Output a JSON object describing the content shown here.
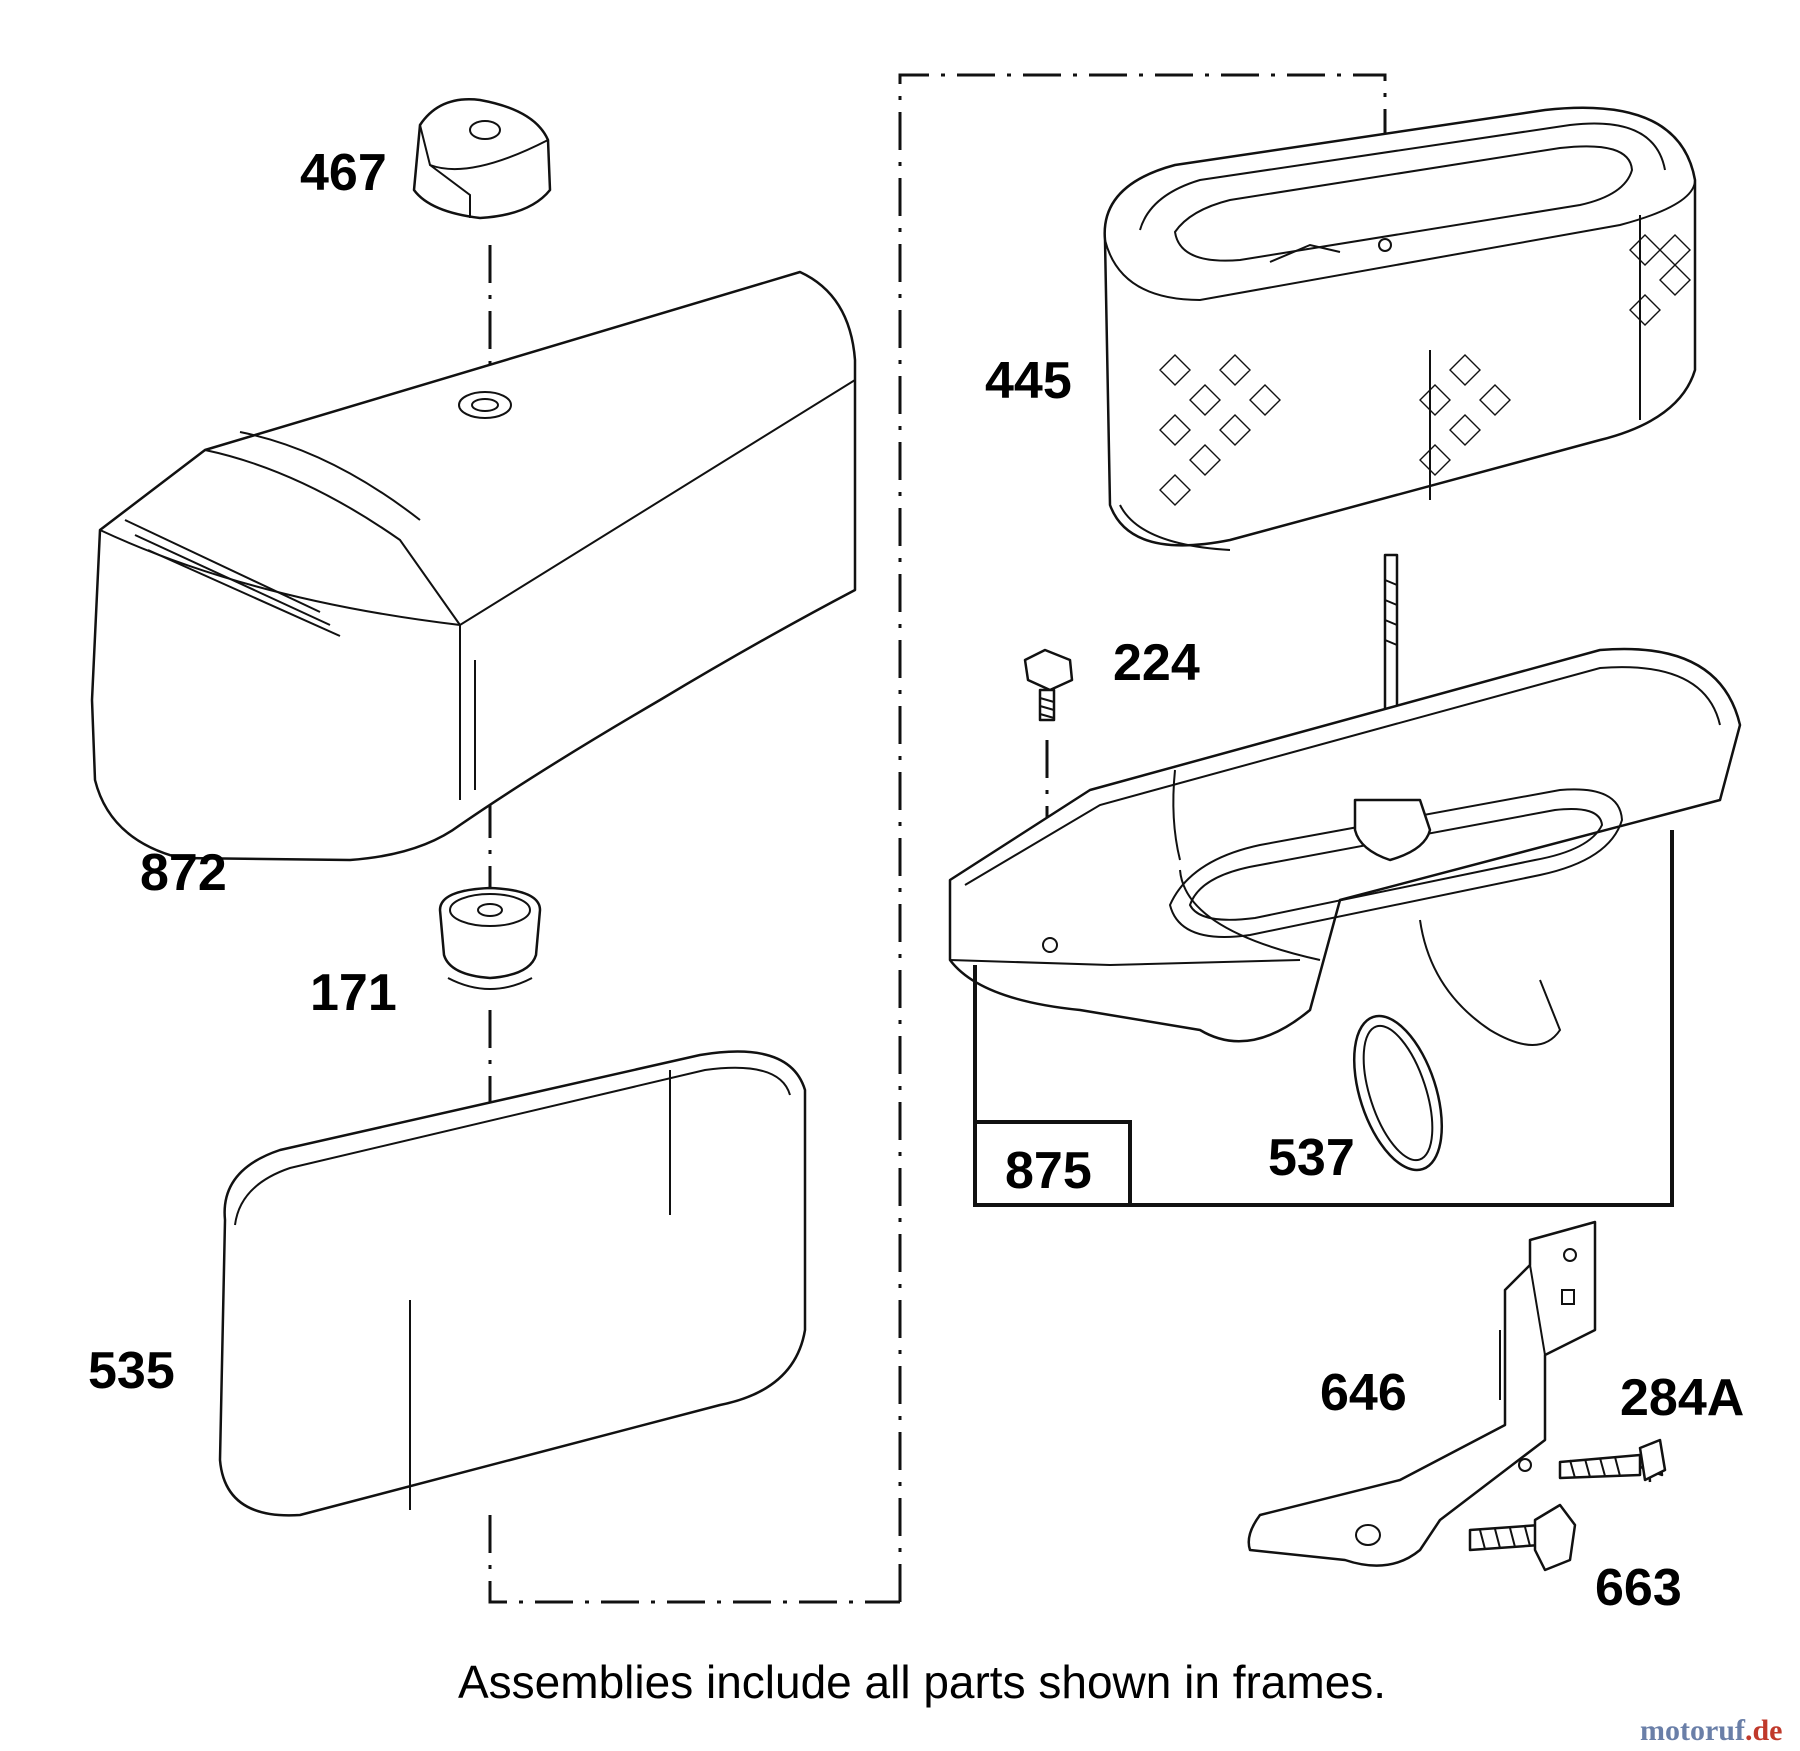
{
  "parts": [
    {
      "id": "p467",
      "number": "467"
    },
    {
      "id": "p872",
      "number": "872"
    },
    {
      "id": "p171",
      "number": "171"
    },
    {
      "id": "p535",
      "number": "535"
    },
    {
      "id": "p445",
      "number": "445"
    },
    {
      "id": "p224",
      "number": "224"
    },
    {
      "id": "p875",
      "number": "875"
    },
    {
      "id": "p537",
      "number": "537"
    },
    {
      "id": "p646",
      "number": "646"
    },
    {
      "id": "p284A",
      "number": "284A"
    },
    {
      "id": "p663",
      "number": "663"
    }
  ],
  "footnote": "Assemblies include all parts shown in frames.",
  "watermark": "motoruf.de"
}
